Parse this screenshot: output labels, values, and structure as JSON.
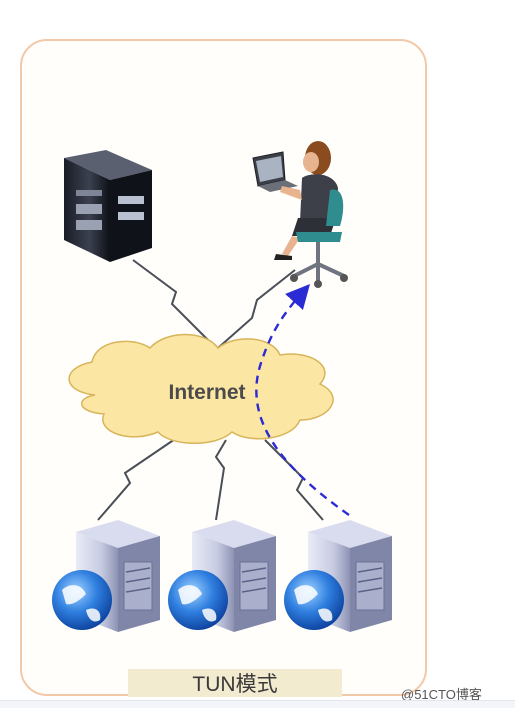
{
  "diagram": {
    "cloud_label": "Internet",
    "mode_label": "TUN模式",
    "watermark": "@51CTO博客"
  },
  "colors": {
    "frame_border": "#f2c9a8",
    "cloud_fill": "#fbe6a3",
    "cloud_stroke": "#d8b45a",
    "link_line": "#4a4f56",
    "return_path": "#2b2bd6",
    "label_box": "#f3ebd0"
  },
  "icons": {
    "top_server": "tower-server-icon",
    "client": "person-at-laptop-icon",
    "real_servers": [
      "globe-server-icon",
      "globe-server-icon",
      "globe-server-icon"
    ],
    "return_path": "dashed-arrow-icon"
  }
}
